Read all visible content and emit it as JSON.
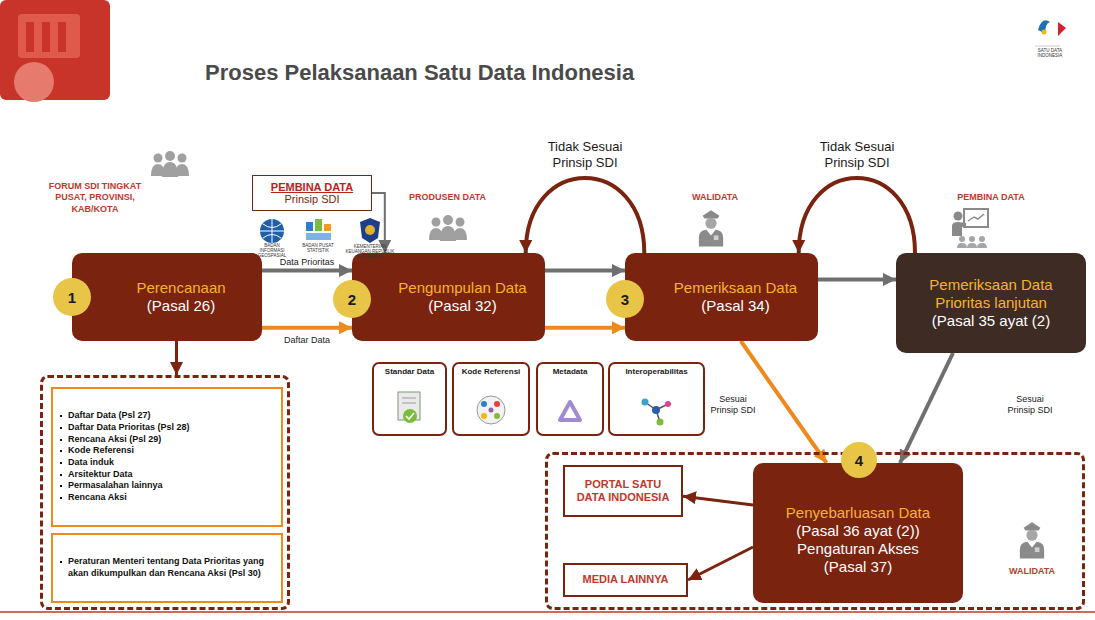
{
  "diagram": {
    "title": "Proses Pelaksanaan Satu Data Indonesia",
    "nodes": [
      {
        "text": [
          "FORUM SDI TINGKAT PUSAT, PROVINSI, KAB/KOTA",
          "Perencanaan",
          "(Pasal 26)"
        ]
      },
      {
        "text": [
          "PEMBINA DATA",
          "Prinsip SDI"
        ]
      },
      {
        "text": [
          "PRODUSEN DATA",
          "Pengumpulan Data",
          "(Pasal 32)"
        ]
      },
      {
        "text": [
          "WALIDATA",
          "Pemeriksaan Data",
          "(Pasal 34)"
        ]
      },
      {
        "text": [
          "PEMBINA DATA",
          "Pemeriksaan Data Prioritas lanjutan",
          "(Pasal 35 ayat (2)"
        ]
      },
      {
        "text": [
          "Standar Data"
        ]
      },
      {
        "text": [
          "Kode Referensi"
        ]
      },
      {
        "text": [
          "Metadata"
        ]
      },
      {
        "text": [
          "Interoperabilitas"
        ]
      },
      {
        "text": []
      },
      {
        "text": [
          "Daftar Data (Psl 27)",
          "Daftar Data Prioritas (Psl 28)",
          "Rencana Aksi (Psl 29)",
          "Kode Referensi",
          "Data induk",
          "Arsitektur Data",
          "Permasalahan lainnya",
          "Rencana Aksi"
        ],
        "in": 9
      },
      {
        "text": [
          "Peraturan Menteri tentang Data Prioritas yang akan dikumpulkan dan Rencana Aksi (Psl 30)"
        ],
        "in": 9
      },
      {
        "text": []
      },
      {
        "text": [
          "PORTAL SATU DATA INDONESIA"
        ],
        "in": 12
      },
      {
        "text": [
          "MEDIA LAINNYA"
        ],
        "in": 12
      },
      {
        "text": [
          "Penyebarluasan Data",
          "(Pasal 36 ayat (2))",
          "Pengaturan Akses",
          "(Pasal 37)"
        ],
        "in": 12
      }
    ],
    "edges": [
      {
        "from": 0,
        "to": 2,
        "label": "Data Prioritas",
        "arrow": "to"
      },
      {
        "from": 0,
        "to": 2,
        "label": "Daftar Data",
        "arrow": "to"
      },
      {
        "from": 1,
        "to": 2,
        "arrow": "to"
      },
      {
        "from": 2,
        "to": 3,
        "arrow": "to"
      },
      {
        "from": 2,
        "to": 3,
        "arrow": "to"
      },
      {
        "from": 3,
        "to": 2,
        "label": "Tidak Sesuai Prinsip SDI",
        "arrow": "to"
      },
      {
        "from": 3,
        "to": 4,
        "arrow": "to"
      },
      {
        "from": 4,
        "to": 3,
        "label": "Tidak Sesuai Prinsip SDI",
        "arrow": "to"
      },
      {
        "from": 3,
        "to": 15,
        "label": "Sesuai Prinsip SDI",
        "arrow": "to"
      },
      {
        "from": 4,
        "to": 15,
        "label": "Sesuai Prinsip SDI",
        "arrow": "to"
      },
      {
        "from": 15,
        "to": 13,
        "arrow": "to"
      },
      {
        "from": 15,
        "to": 14,
        "arrow": "to"
      },
      {
        "from": 0,
        "to": 9,
        "arrow": "to"
      }
    ],
    "labels": [
      "1",
      "2",
      "3",
      "4",
      "WALIDATA",
      "BADAN INFORMASI GEOSPASIAL",
      "BADAN PUSAT STATISTIK",
      "KEMENTERIAN KEUANGAN REPUBLIK INDONESIA",
      "SATU DATA INDONESIA"
    ]
  }
}
